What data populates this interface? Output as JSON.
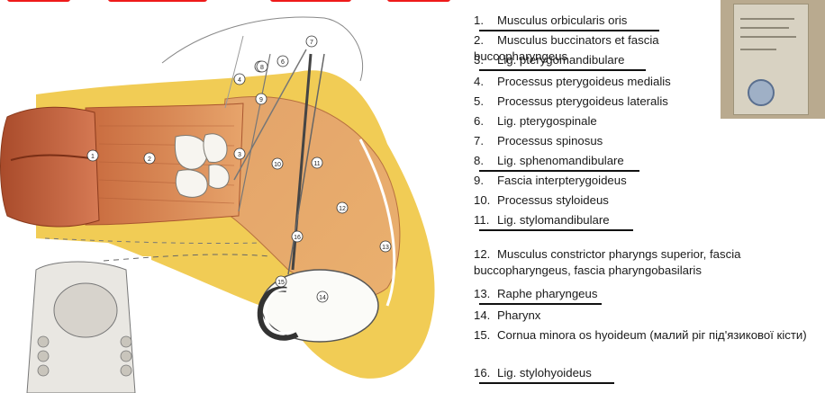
{
  "legend": [
    {
      "num": "1.",
      "text": "Musculus orbicularis oris",
      "underlined": true
    },
    {
      "num": "2.",
      "text": "Musculus buccinators et fascia buccopharyngeus",
      "underlined": false
    },
    {
      "num": "3.",
      "text": "Lig. pterygomandibulare",
      "underlined": true
    },
    {
      "num": "4.",
      "text": "Processus pterygoideus medialis",
      "underlined": false
    },
    {
      "num": "5.",
      "text": "Processus pterygoideus lateralis",
      "underlined": false
    },
    {
      "num": "6.",
      "text": "Lig. pterygospinale",
      "underlined": false
    },
    {
      "num": "7.",
      "text": "Processus spinosus",
      "underlined": false
    },
    {
      "num": "8.",
      "text": "Lig. sphenomandibulare",
      "underlined": true
    },
    {
      "num": "9.",
      "text": "Fascia interpterygoideus",
      "underlined": false
    },
    {
      "num": "10.",
      "text": "Processus styloideus",
      "underlined": false
    },
    {
      "num": "11.",
      "text": "Lig. stylomandibulare",
      "underlined": true
    },
    {
      "num": "12.",
      "text": "Musculus constrictor pharyngs superior, fascia buccopharyngeus, fascia pharyngobasilaris",
      "underlined": false
    },
    {
      "num": "13.",
      "text": "Raphe pharyngeus",
      "underlined": true
    },
    {
      "num": "14.",
      "text": "Pharynx",
      "underlined": false
    },
    {
      "num": "15.",
      "text": "Cornua minora os hyoideum (малий ріг під'язикової кісти)",
      "underlined": false
    },
    {
      "num": "16.",
      "text": "Lig. stylohyoideus",
      "underlined": true
    }
  ],
  "figure_labels": [
    "1",
    "2",
    "3",
    "4",
    "5",
    "6",
    "7",
    "8",
    "9",
    "10",
    "11",
    "12",
    "13",
    "14",
    "15",
    "16"
  ],
  "colors": {
    "muscle": "#c8623a",
    "fascia": "#f1cc55",
    "bone": "#f4f2ee",
    "title_red": "#ee1a1a",
    "underline": "#111111"
  }
}
